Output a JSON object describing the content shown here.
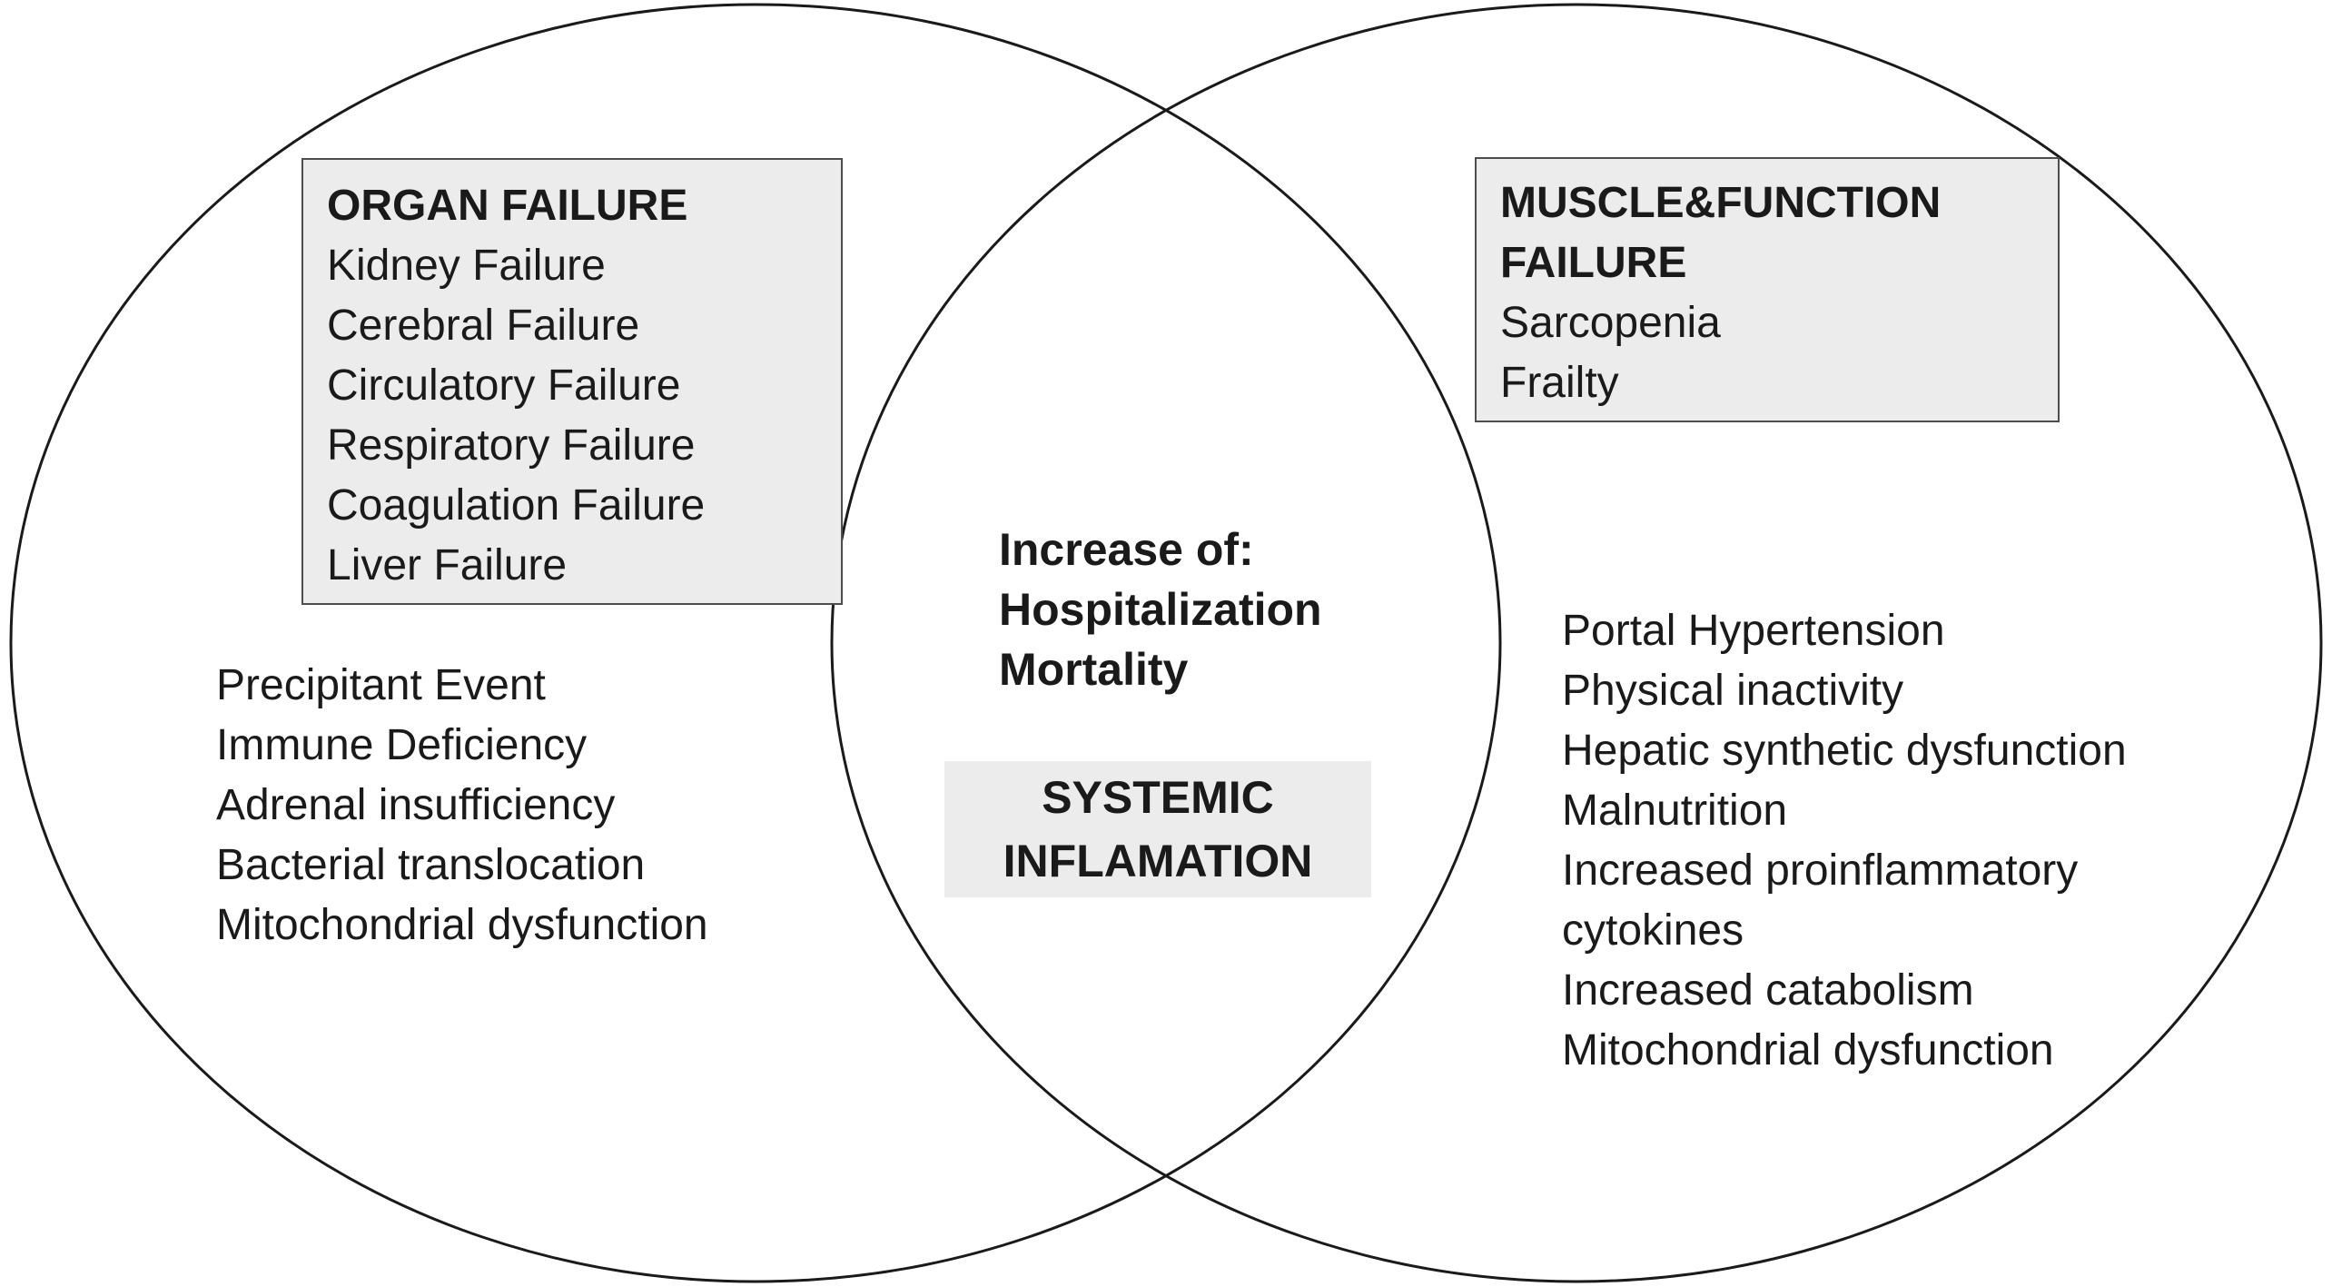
{
  "colors": {
    "background": "#ffffff",
    "box_fill": "#ececec",
    "box_border": "#4d4d4d",
    "circle_outline": "#1a1a1a",
    "text": "#1a1a1a"
  },
  "left_circle": {
    "box": {
      "title": "ORGAN FAILURE",
      "items": [
        "Kidney Failure",
        "Cerebral Failure",
        "Circulatory Failure",
        "Respiratory Failure",
        "Coagulation Failure",
        "Liver Failure"
      ]
    },
    "list": [
      "Precipitant Event",
      "Immune Deficiency",
      "Adrenal insufficiency",
      "Bacterial translocation",
      "Mitochondrial dysfunction"
    ]
  },
  "right_circle": {
    "box": {
      "title_lines": [
        "MUSCLE&FUNCTION",
        "FAILURE"
      ],
      "items": [
        "Sarcopenia",
        "Frailty"
      ]
    },
    "list": [
      "Portal Hypertension",
      "Physical inactivity",
      "Hepatic synthetic dysfunction",
      "Malnutrition",
      "Increased proinflammatory",
      "cytokines",
      "Increased catabolism",
      "Mitochondrial dysfunction"
    ]
  },
  "intersection": {
    "increase_lines": [
      "Increase of:",
      "Hospitalization",
      "Mortality"
    ],
    "box_lines": [
      "SYSTEMIC",
      "INFLAMATION"
    ]
  }
}
